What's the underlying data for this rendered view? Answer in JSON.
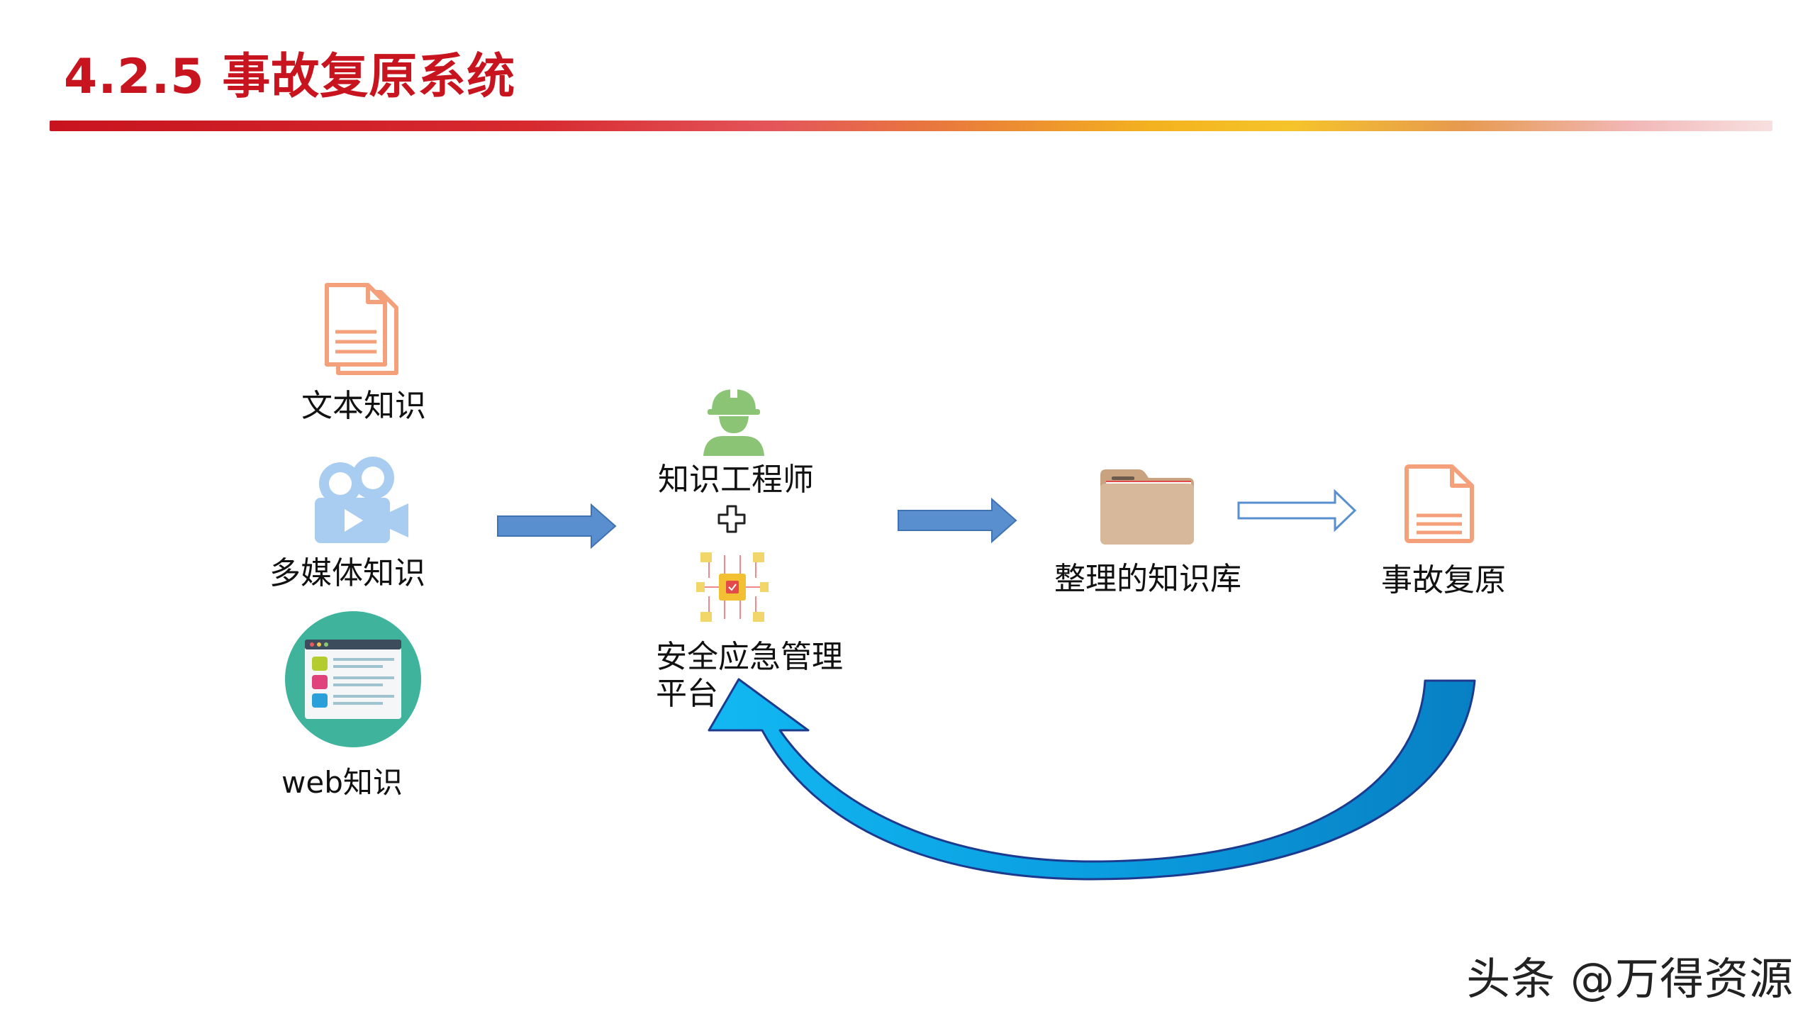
{
  "header": {
    "title": "4.2.5 事故复原系统"
  },
  "sources": {
    "text_knowledge": "文本知识",
    "multimedia_knowledge": "多媒体知识",
    "web_knowledge": "web知识"
  },
  "center": {
    "engineer": "知识工程师",
    "platform_line1": "安全应急管理",
    "platform_line2": "平台"
  },
  "library": {
    "label": "整理的知识库"
  },
  "restore": {
    "label": "事故复原"
  },
  "watermark": {
    "text": "头条 @万得资源"
  },
  "colors": {
    "title_red": "#c8141e",
    "arrow_blue": "#5a8fcf",
    "loop_blue": "#0aa6e8",
    "icon_orange": "#f4a07a",
    "engineer_green": "#8cc476",
    "folder_tan": "#d8b89a",
    "web_teal": "#3fb39c"
  }
}
